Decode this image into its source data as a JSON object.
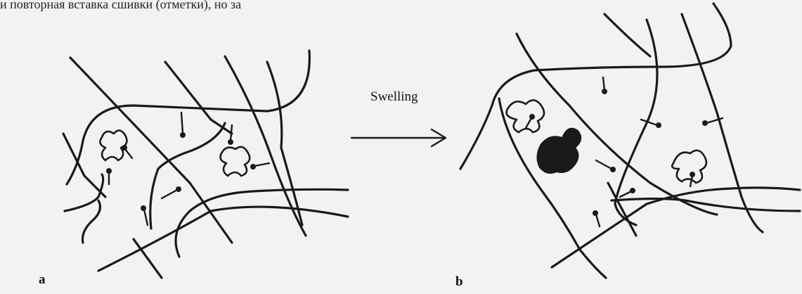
{
  "header_text": "и повторная вставка сшивки (отметки), но за",
  "arrow_label": "Swelling",
  "panel_a_label": "a",
  "panel_b_label": "b",
  "colors": {
    "ink": "#1a1a1a",
    "paper": "#f2f2f0"
  }
}
